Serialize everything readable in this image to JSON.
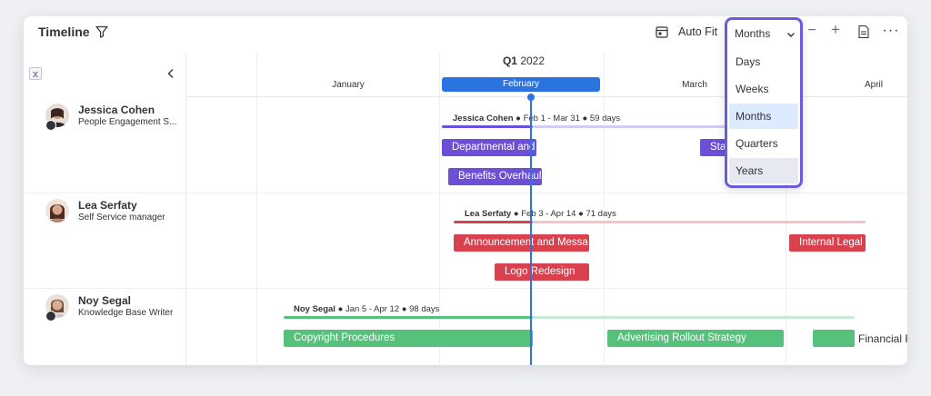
{
  "header": {
    "title": "Timeline",
    "filter_icon": "filter-icon",
    "auto_fit": "Auto Fit",
    "zoom_out": "−",
    "zoom_in": "+",
    "more": "···"
  },
  "dropdown": {
    "current": "Months",
    "options": [
      "Days",
      "Weeks",
      "Months",
      "Quarters",
      "Years"
    ],
    "selected": "Months",
    "hovered": "Years",
    "border_color": "#6a5ce0"
  },
  "calendar": {
    "quarter_prefix": "Q1",
    "quarter_year": "2022",
    "months": [
      "January",
      "February",
      "March",
      "April"
    ],
    "highlighted_month": "February"
  },
  "people": [
    {
      "name": "Jessica Cohen",
      "role": "People Engagement S...",
      "summary_name": "Jessica Cohen",
      "summary_detail": " ● Feb 1 - Mar 31 ● 59 days",
      "color": "#6c4fd6",
      "bars": [
        "Departmental and",
        "Sta",
        "Benefits Overhaul"
      ]
    },
    {
      "name": "Lea Serfaty",
      "role": "Self Service manager",
      "summary_name": "Lea Serfaty",
      "summary_detail": " ● Feb 3 - Apr 14 ● 71 days",
      "color": "#d8424f",
      "bars": [
        "Announcement and Messa",
        "Internal Legal",
        "Logo Redesign"
      ]
    },
    {
      "name": "Noy Segal",
      "role": "Knowledge Base Writer",
      "summary_name": "Noy Segal",
      "summary_detail": " ● Jan 5 - Apr 12 ● 98 days",
      "color": "#55c17a",
      "bars": [
        "Copyright Procedures",
        "Advertising Rollout Strategy",
        ""
      ],
      "overflow_label": "Financial R"
    }
  ],
  "colors": {
    "accent_blue": "#2b73e0",
    "purple": "#6c4fd6",
    "red": "#d8424f",
    "green": "#55c17a"
  }
}
